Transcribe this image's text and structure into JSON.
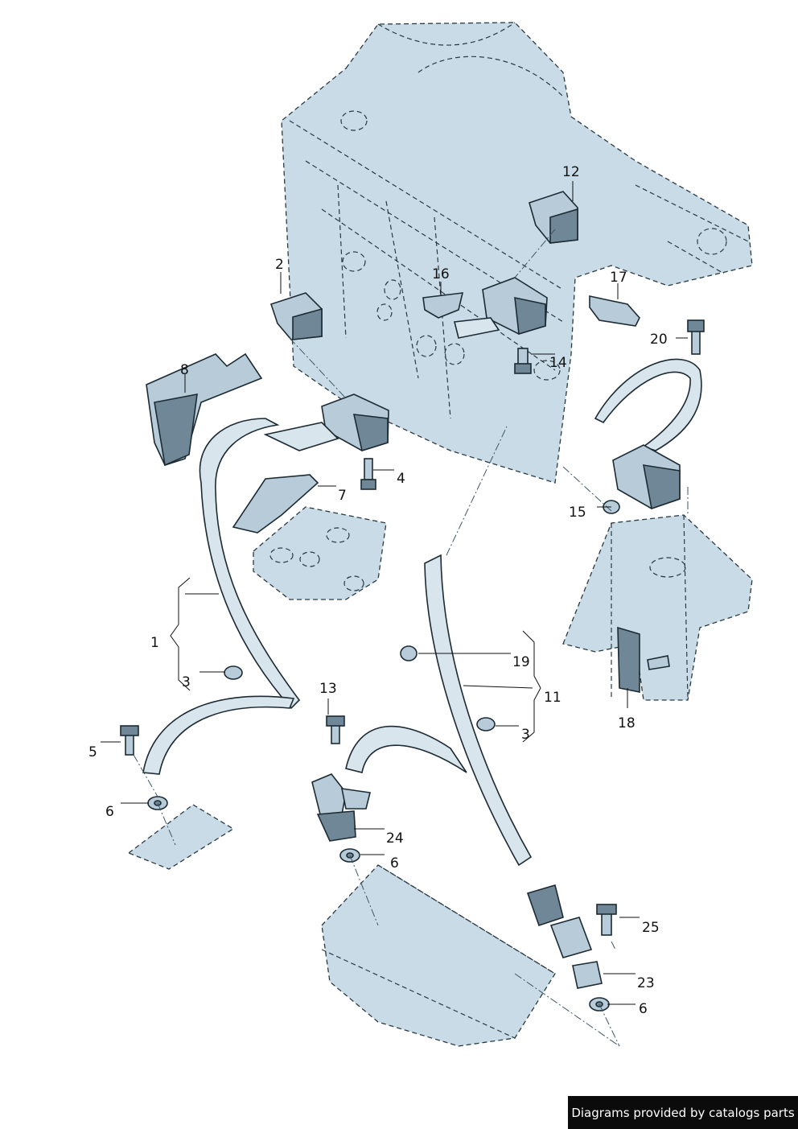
{
  "callouts": {
    "c1": "1",
    "c2": "2",
    "c3a": "3",
    "c3b": "3",
    "c4": "4",
    "c5": "5",
    "c6a": "6",
    "c6b": "6",
    "c6c": "6",
    "c7": "7",
    "c8": "8",
    "c11": "11",
    "c12": "12",
    "c13": "13",
    "c14": "14",
    "c15": "15",
    "c16": "16",
    "c17": "17",
    "c18": "18",
    "c19": "19",
    "c20": "20",
    "c23": "23",
    "c24": "24",
    "c25": "25"
  },
  "footer": {
    "text": "Diagrams provided by catalogs parts"
  },
  "colors": {
    "panel": "#c8dbe6",
    "part": "#b7ccd8",
    "belt": "#d9e5ec",
    "badge": "#0b0b0b"
  }
}
